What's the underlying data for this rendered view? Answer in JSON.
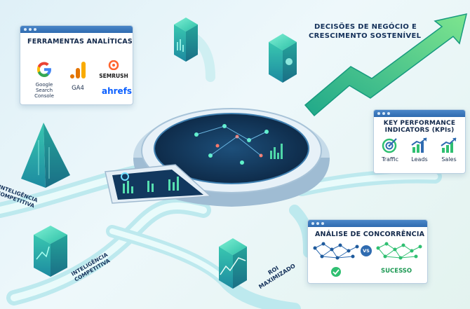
{
  "headline": {
    "line1": "DECISÕES DE NEGÓCIO E",
    "line2": "CRESCIMENTO SOSTENÍVEL"
  },
  "tools_card": {
    "title": "FERRAMENTAS ANALÍTICAS",
    "google_line1": "Google",
    "google_line2": "Search",
    "google_line3": "Console",
    "ga4": "GA4",
    "semrush": "SEMRUSH",
    "ahrefs": "ahrefs"
  },
  "kpi_card": {
    "title_line1": "KEY PERFORMANCE",
    "title_line2": "INDICATORS (KPIs)",
    "items": [
      "Traffic",
      "Leads",
      "Sales"
    ]
  },
  "competition_card": {
    "title": "ANÁLISE DE CONCORRÊNCIA",
    "vs": "VS",
    "success": "SUCESSO"
  },
  "labels": {
    "intel_top_line1": "INTELIGÊNCIA",
    "intel_top_line2": "COMPETITIVA",
    "intel_bottom_line1": "INTELIGÊNCIA",
    "intel_bottom_line2": "COMPETITIVA",
    "roi_line1": "ROI",
    "roi_line2": "MAXIMIZADO"
  },
  "colors": {
    "accent_green": "#2fbf71",
    "accent_blue": "#2f6bb0",
    "teal": "#1fb5a0",
    "navy": "#13294b"
  }
}
